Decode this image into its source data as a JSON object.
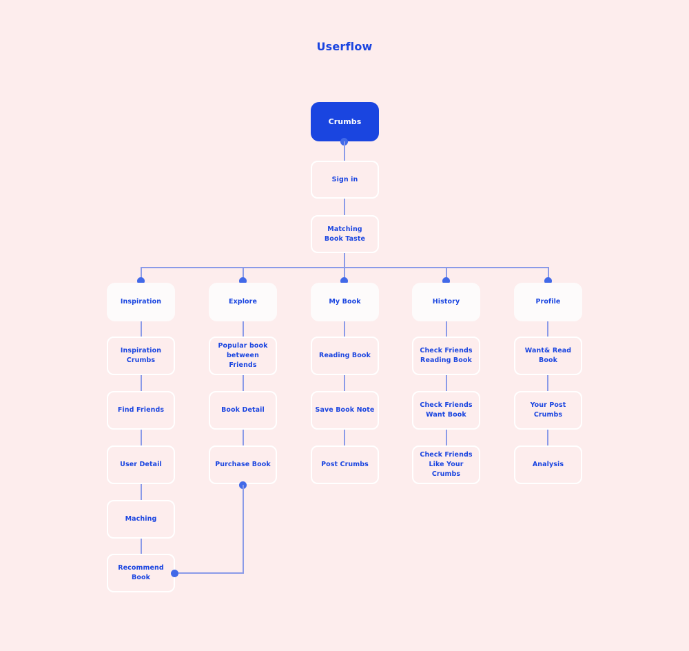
{
  "page": {
    "title": "Userflow",
    "background_color": "#fdeded",
    "accent_color": "#1a45e0",
    "line_color": "#8a9ae8",
    "dot_color": "#4169e8",
    "card_color": "#fdfbfb"
  },
  "diagram": {
    "type": "flowchart",
    "root": {
      "label": "Crumbs",
      "style": "filled"
    },
    "trunk": [
      {
        "label": "Sign in"
      },
      {
        "label": "Matching\nBook Taste"
      }
    ],
    "branches": [
      {
        "category": "Inspiration",
        "steps": [
          {
            "label": "Inspiration\nCrumbs"
          },
          {
            "label": "Find Friends"
          },
          {
            "label": "User Detail"
          },
          {
            "label": "Maching"
          },
          {
            "label": "Recommend\nBook"
          }
        ]
      },
      {
        "category": "Explore",
        "steps": [
          {
            "label": "Popular book\nbetween Friends"
          },
          {
            "label": "Book Detail"
          },
          {
            "label": "Purchase Book"
          }
        ]
      },
      {
        "category": "My Book",
        "steps": [
          {
            "label": "Reading Book"
          },
          {
            "label": "Save Book Note"
          },
          {
            "label": "Post Crumbs"
          }
        ]
      },
      {
        "category": "History",
        "steps": [
          {
            "label": "Check Friends\nReading Book"
          },
          {
            "label": "Check Friends\nWant Book"
          },
          {
            "label": "Check Friends\nLike Your Crumbs"
          }
        ]
      },
      {
        "category": "Profile",
        "steps": [
          {
            "label": "Want& Read\nBook"
          },
          {
            "label": "Your Post\nCrumbs"
          },
          {
            "label": "Analysis"
          }
        ]
      }
    ]
  }
}
